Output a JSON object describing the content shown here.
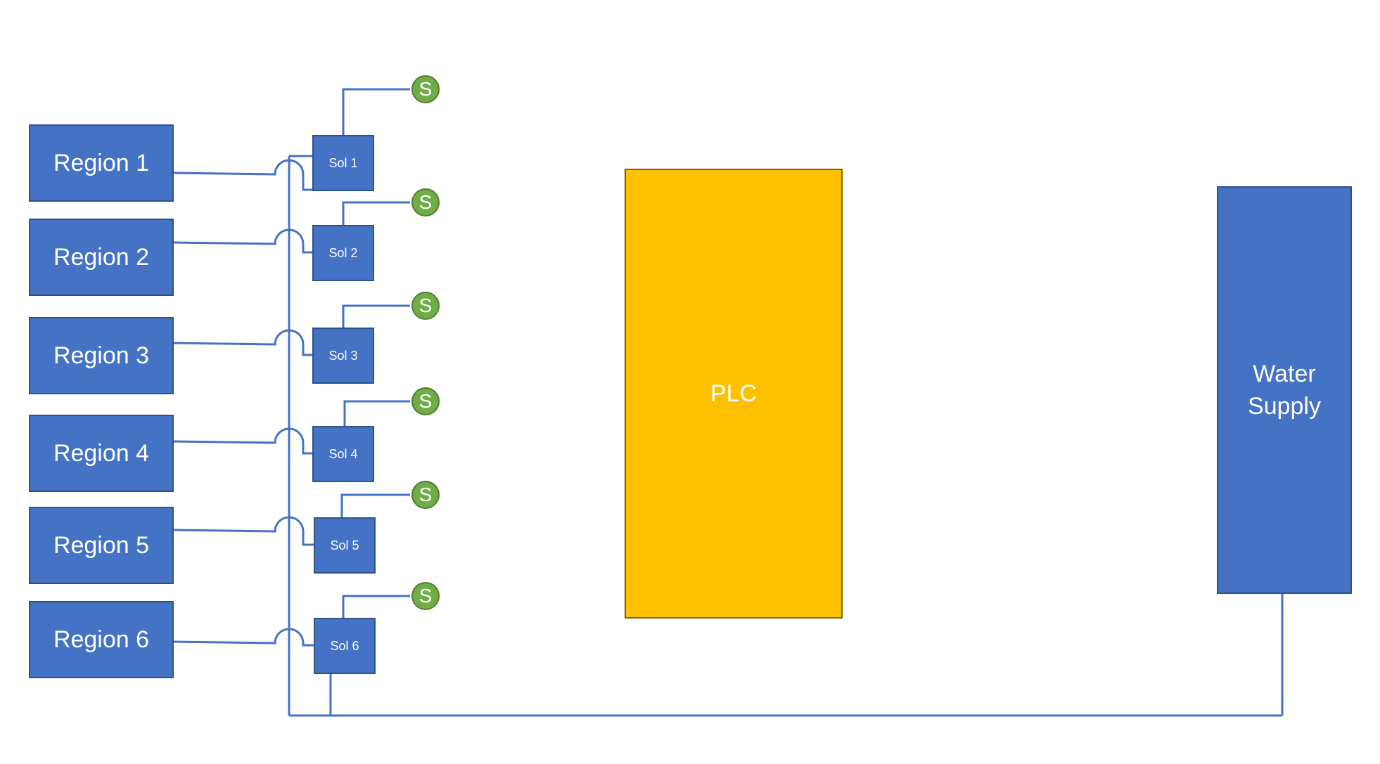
{
  "regions": [
    {
      "label": "Region 1"
    },
    {
      "label": "Region 2"
    },
    {
      "label": "Region 3"
    },
    {
      "label": "Region 4"
    },
    {
      "label": "Region 5"
    },
    {
      "label": "Region 6"
    }
  ],
  "solenoids": [
    {
      "label": "Sol 1"
    },
    {
      "label": "Sol 2"
    },
    {
      "label": "Sol 3"
    },
    {
      "label": "Sol 4"
    },
    {
      "label": "Sol 5"
    },
    {
      "label": "Sol 6"
    }
  ],
  "sensors": [
    {
      "label": "S"
    },
    {
      "label": "S"
    },
    {
      "label": "S"
    },
    {
      "label": "S"
    },
    {
      "label": "S"
    },
    {
      "label": "S"
    }
  ],
  "plc": {
    "label": "PLC"
  },
  "water_supply": {
    "label": "Water\nSupply"
  },
  "colors": {
    "box_fill": "#4472C4",
    "box_border": "#2F528F",
    "plc_fill": "#FFC000",
    "sensor_fill": "#70AD47",
    "line": "#4472C4"
  }
}
